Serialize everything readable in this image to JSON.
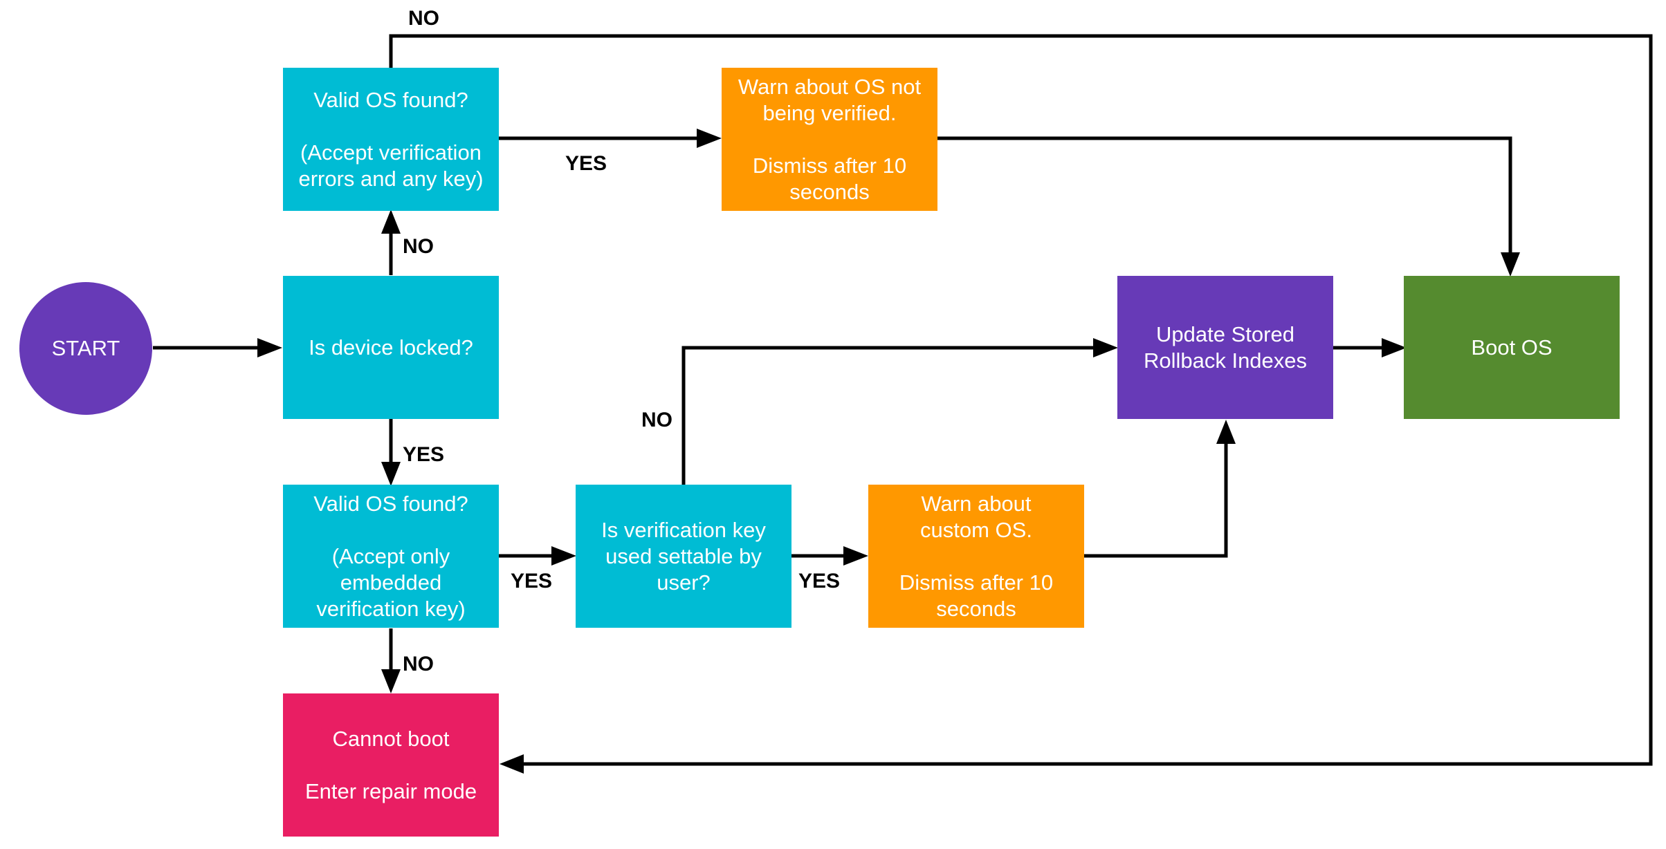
{
  "colors": {
    "start": "#673AB7",
    "decision": "#00BCD4",
    "warn": "#FF9800",
    "update": "#673AB7",
    "boot": "#558B2F",
    "fail": "#E91E63",
    "line": "#000000"
  },
  "nodes": {
    "start": "START",
    "locked": "Is device locked?",
    "valid_unlocked": "Valid OS found?\n\n(Accept verification\nerrors and any key)",
    "warn_unverified": "Warn about OS not\nbeing verified.\n\nDismiss after 10\nseconds",
    "valid_locked": "Valid OS found?\n\n(Accept only\nembedded\nverification key)",
    "key_settable": "Is verification key\nused settable by\nuser?",
    "warn_custom": "Warn about\ncustom OS.\n\nDismiss after 10\nseconds",
    "update_rollback": "Update Stored\nRollback Indexes",
    "boot": "Boot OS",
    "cannot_boot": "Cannot boot\n\nEnter repair mode"
  },
  "edge_labels": {
    "locked_no": "NO",
    "locked_yes": "YES",
    "unlocked_valid_yes": "YES",
    "unlocked_valid_no": "NO",
    "locked_valid_yes": "YES",
    "locked_valid_no": "NO",
    "key_settable_yes": "YES",
    "key_settable_no": "NO"
  }
}
